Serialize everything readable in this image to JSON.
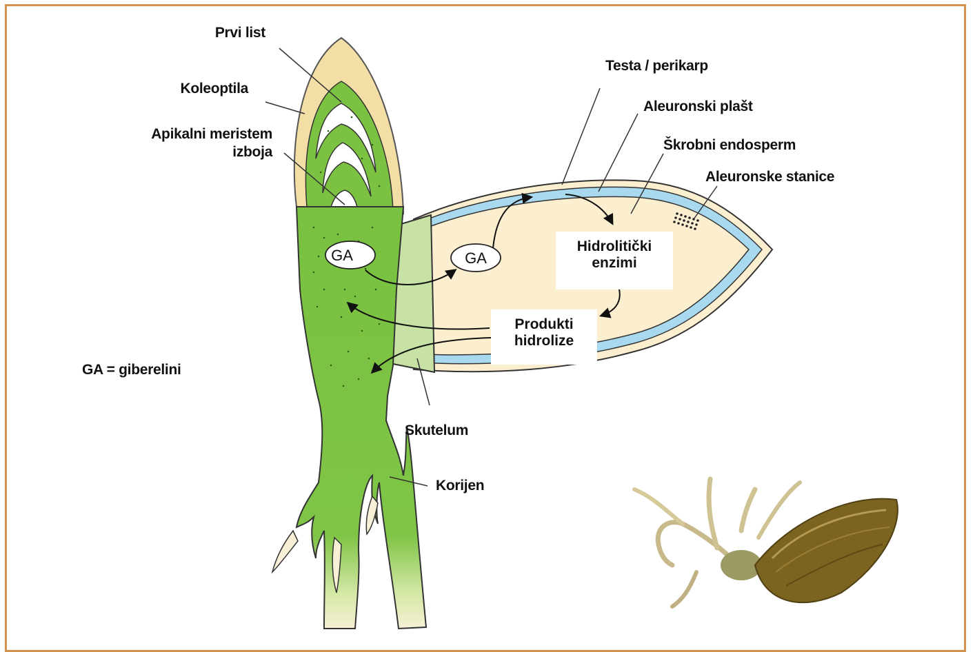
{
  "labels": {
    "prvi_list": "Prvi list",
    "koleoptila": "Koleoptila",
    "apikalni_meristem": "Apikalni meristem",
    "izboja": "izboja",
    "testa_perikarp": "Testa / perikarp",
    "aleuronski_plast": "Aleuronski plašt",
    "skrobni_endosperm": "Škrobni endosperm",
    "aleuronske_stanice": "Aleuronske stanice",
    "hidroliticki": "Hidrolitički",
    "enzimi": "enzimi",
    "produkti": "Produkti",
    "hidrolize": "hidrolize",
    "skutelum": "Skutelum",
    "korijen": "Korijen",
    "legend": "GA = giberelini"
  },
  "ga_label": "GA",
  "colors": {
    "frame": "#d4914a",
    "embryo_green": "#7bc242",
    "coleoptile_cream": "#f3dfa6",
    "endosperm_cream": "#fcefcf",
    "aleurone_blue": "#a9d9ef",
    "scutellum_green": "#c7e2a4",
    "root_cream": "#f7f0d6"
  }
}
